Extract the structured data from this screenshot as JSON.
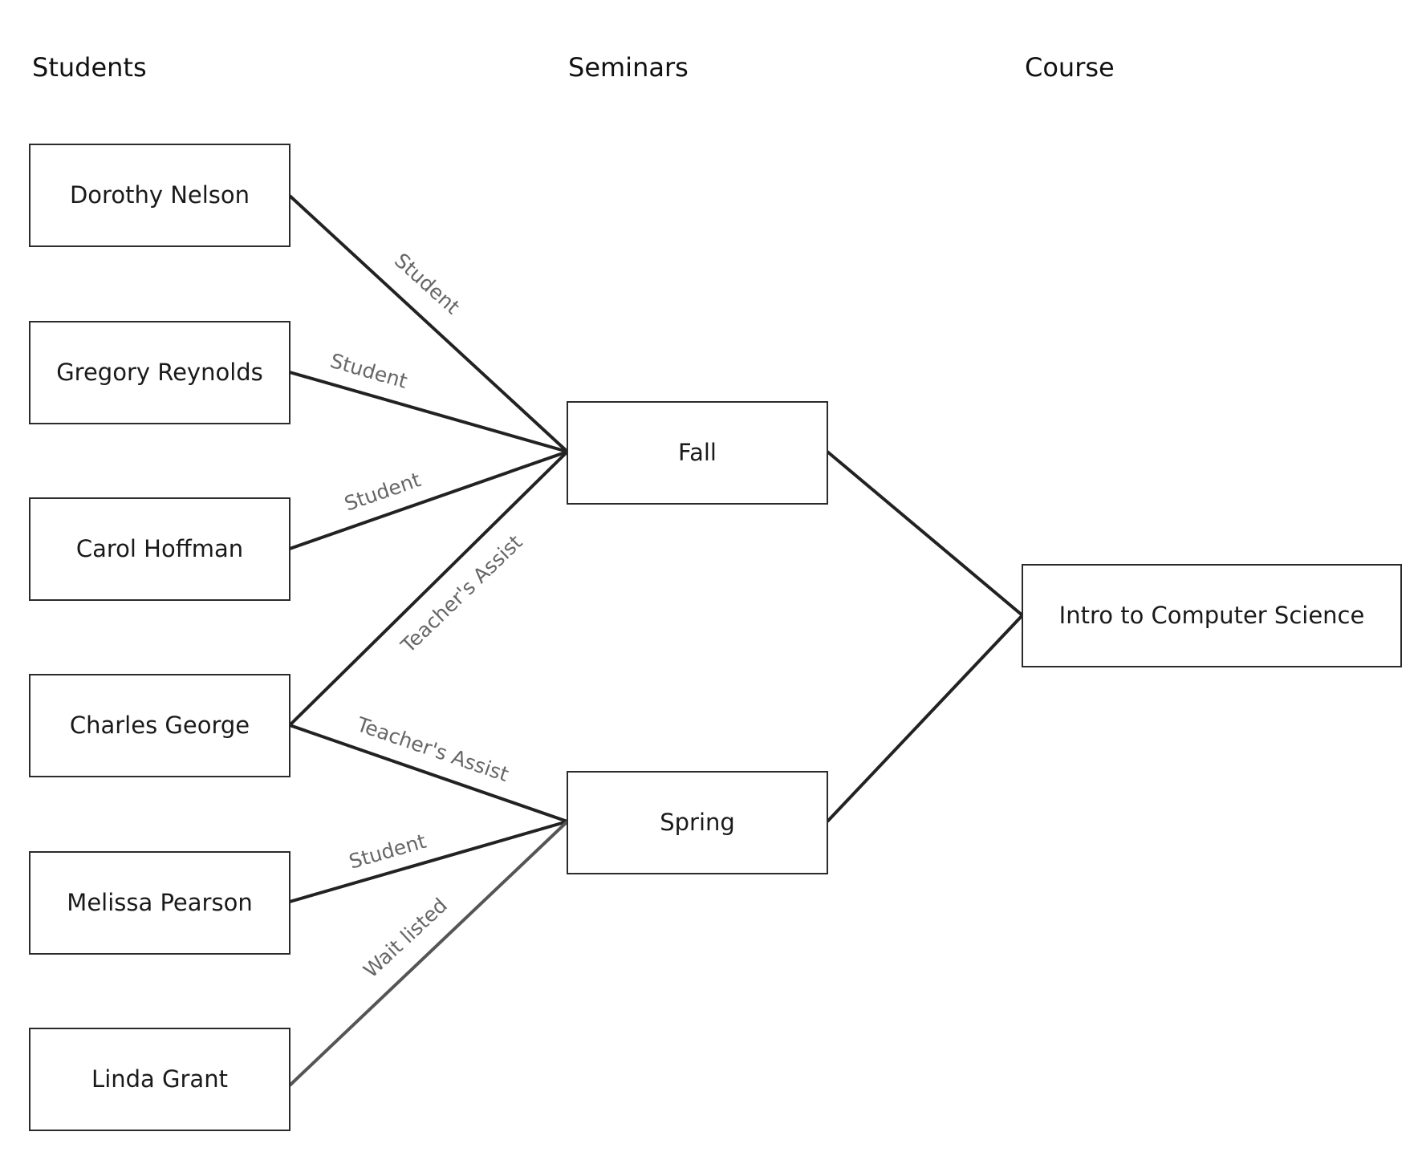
{
  "headers": {
    "students": "Students",
    "seminars": "Seminars",
    "course": "Course"
  },
  "nodes": {
    "dorothy": "Dorothy Nelson",
    "gregory": "Gregory Reynolds",
    "carol": "Carol Hoffman",
    "charles": "Charles George",
    "melissa": "Melissa Pearson",
    "linda": "Linda Grant",
    "fall": "Fall",
    "spring": "Spring",
    "course": "Intro to Computer Science"
  },
  "edges": [
    {
      "from": "Dorothy Nelson",
      "to": "Fall",
      "label": "Student"
    },
    {
      "from": "Gregory Reynolds",
      "to": "Fall",
      "label": "Student"
    },
    {
      "from": "Carol Hoffman",
      "to": "Fall",
      "label": "Student"
    },
    {
      "from": "Charles George",
      "to": "Fall",
      "label": "Teacher's Assist"
    },
    {
      "from": "Charles George",
      "to": "Spring",
      "label": "Teacher's Assist"
    },
    {
      "from": "Melissa Pearson",
      "to": "Spring",
      "label": "Student"
    },
    {
      "from": "Linda Grant",
      "to": "Spring",
      "label": "Wait listed"
    },
    {
      "from": "Fall",
      "to": "Intro to Computer Science",
      "label": ""
    },
    {
      "from": "Spring",
      "to": "Intro to Computer Science",
      "label": ""
    }
  ]
}
